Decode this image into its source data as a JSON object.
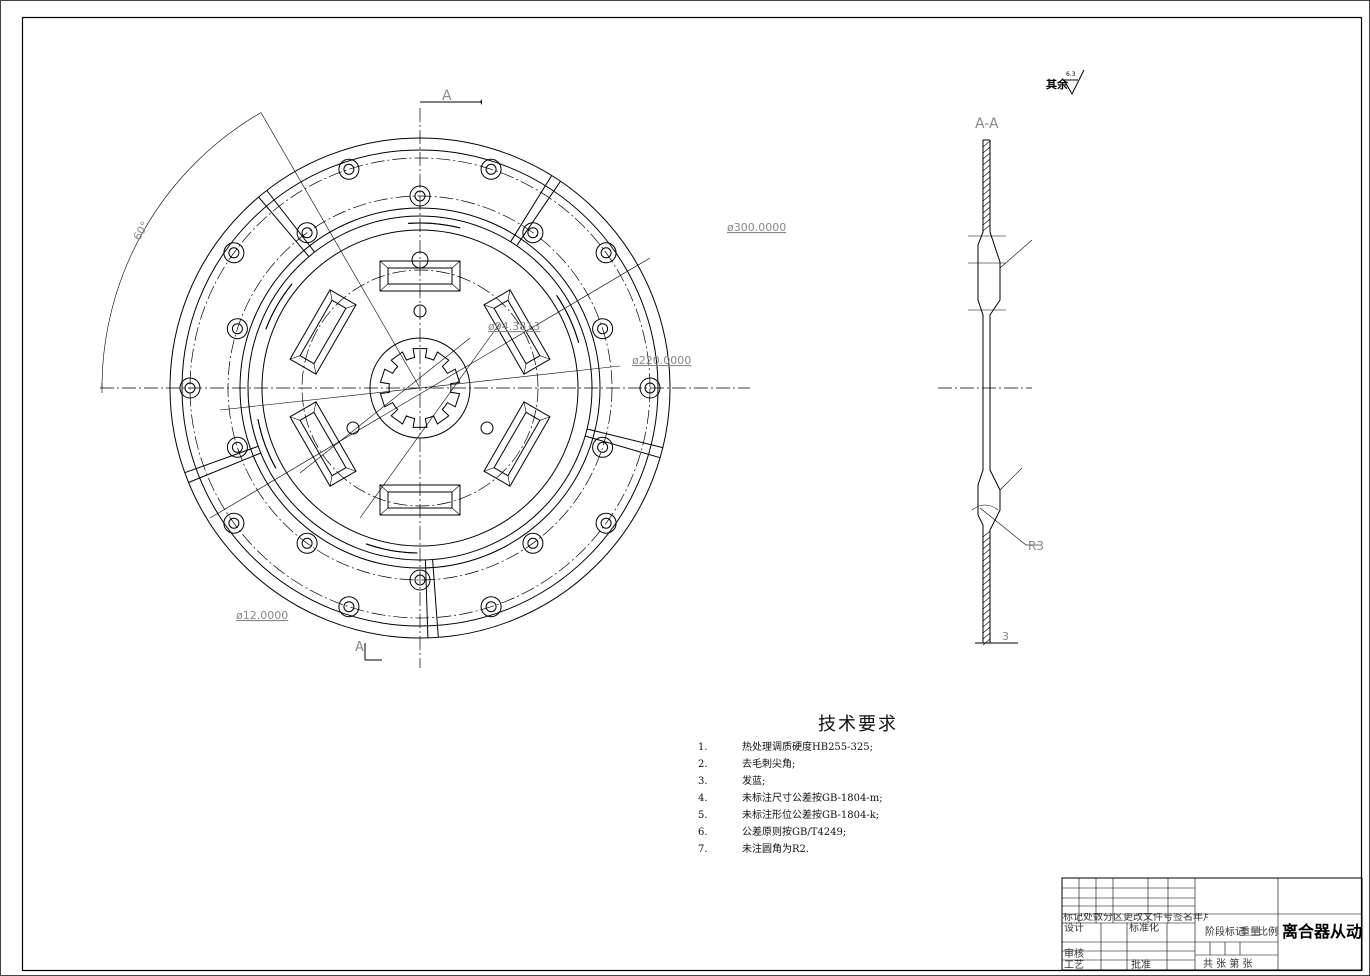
{
  "drawing": {
    "section_label_top": "A",
    "section_label_bottom": "A",
    "section_view_title": "A-A",
    "roughness_note": "其余",
    "roughness_value": "6.3",
    "dimensions": {
      "d300": "ø300.0000",
      "d220": "ø220.0000",
      "d94": "ø94.3813",
      "d12": "ø12.0000",
      "angle": "60°",
      "r3": "R3",
      "thickness": "3"
    }
  },
  "tech_requirements": {
    "title": "技术要求",
    "items": [
      {
        "num": "1.",
        "text": "热处理调质硬度HB255-325;"
      },
      {
        "num": "2.",
        "text": "去毛刺尖角;"
      },
      {
        "num": "3.",
        "text": "发蓝;"
      },
      {
        "num": "4.",
        "text": "未标注尺寸公差按GB-1804-m;"
      },
      {
        "num": "5.",
        "text": "未标注形位公差按GB-1804-k;"
      },
      {
        "num": "6.",
        "text": "公差原则按GB/T4249;"
      },
      {
        "num": "7.",
        "text": "未注圆角为R2."
      }
    ]
  },
  "title_block": {
    "row_header": "标记处数分区更改文件号签名年月日",
    "design": "设计",
    "standardize": "标准化",
    "stage_label": "阶段标记",
    "weight_label": "重量",
    "scale_label": "比例",
    "review": "审核",
    "process": "工艺",
    "approve": "批准",
    "sheet_info": "共  张 第  张",
    "part_name": "离合器从动盘"
  }
}
